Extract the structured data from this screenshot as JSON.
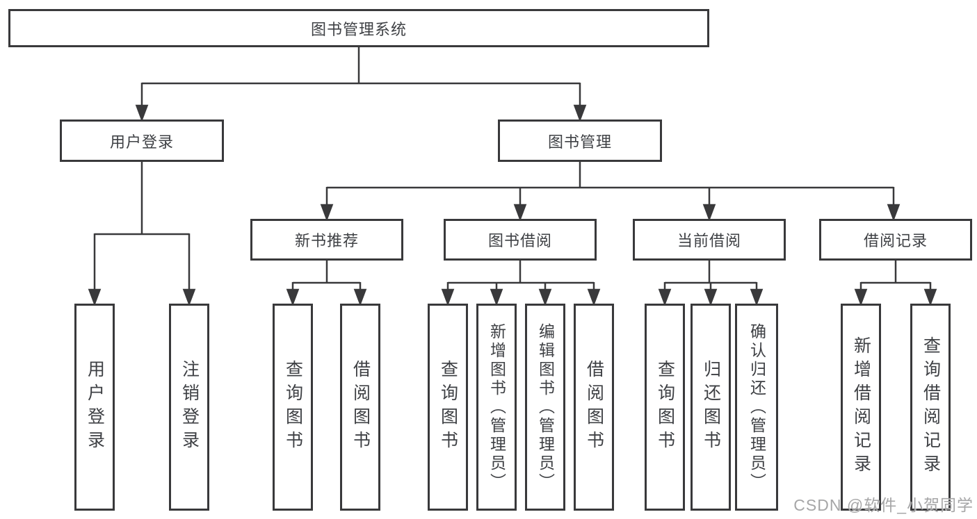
{
  "diagram": {
    "watermark": "CSDN @软件_小贺同学",
    "colors": {
      "line": "#39393b",
      "text": "#3e4044",
      "background": "#ffffff",
      "watermark": "#9e9ea0"
    },
    "nodes": {
      "root": {
        "label": "图书管理系统"
      },
      "user_login": {
        "label": "用户登录"
      },
      "book_manage": {
        "label": "图书管理"
      },
      "new_book_rec": {
        "label": "新书推荐"
      },
      "book_borrow": {
        "label": "图书借阅"
      },
      "current_borrow": {
        "label": "当前借阅"
      },
      "borrow_records": {
        "label": "借阅记录"
      },
      "leaf_user_login": {
        "label": "用户登录"
      },
      "leaf_logout": {
        "label": "注销登录"
      },
      "leaf_rec_query": {
        "label": "查询图书"
      },
      "leaf_rec_borrow": {
        "label": "借阅图书"
      },
      "leaf_borrow_query": {
        "label": "查询图书"
      },
      "leaf_borrow_add": {
        "label": "新增图书（管理员）"
      },
      "leaf_borrow_edit": {
        "label": "编辑图书（管理员）"
      },
      "leaf_borrow_do": {
        "label": "借阅图书"
      },
      "leaf_cur_query": {
        "label": "查询图书"
      },
      "leaf_cur_return": {
        "label": "归还图书"
      },
      "leaf_cur_confirm": {
        "label": "确认归还（管理员）"
      },
      "leaf_hist_add": {
        "label": "新增借阅记录"
      },
      "leaf_hist_query": {
        "label": "查询借阅记录"
      }
    }
  }
}
